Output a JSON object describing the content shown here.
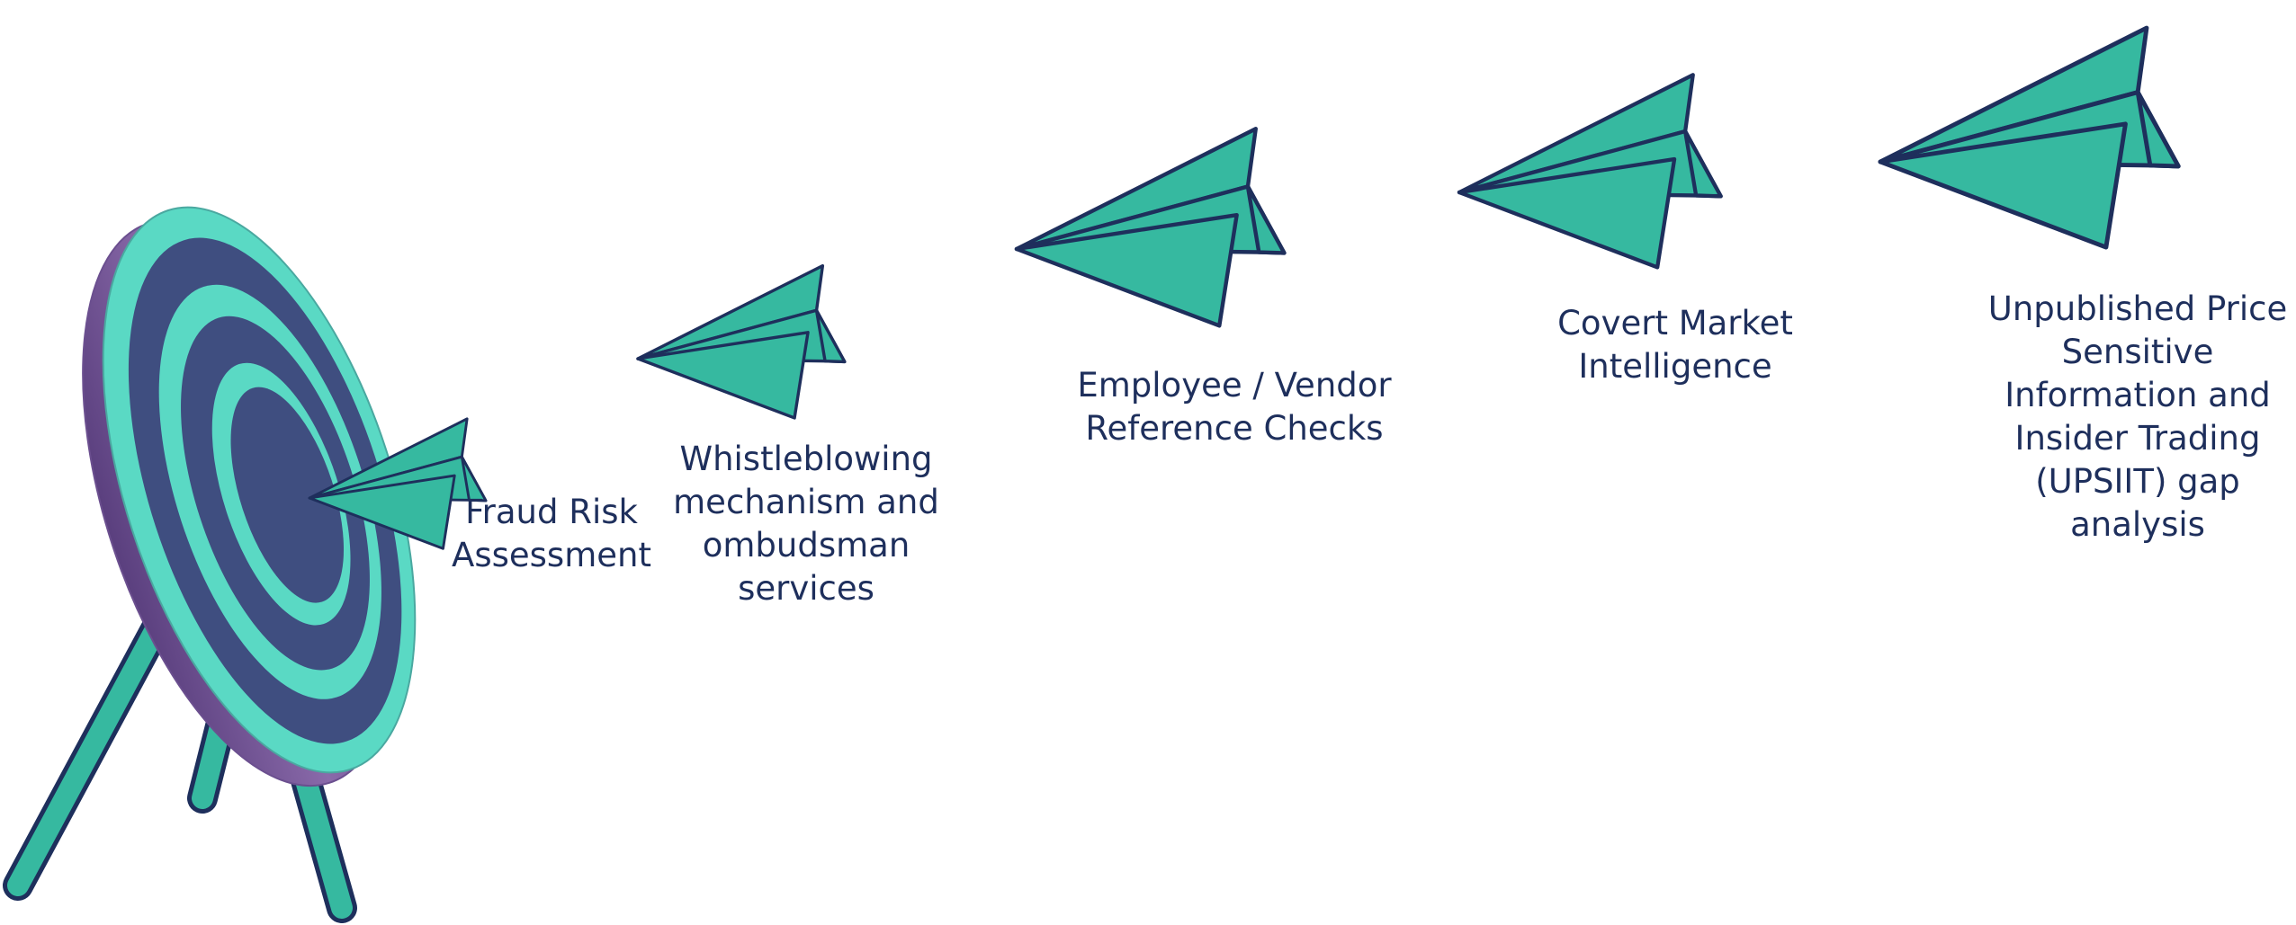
{
  "colors": {
    "text": "#1e2f5c",
    "outline": "#1e2f5c",
    "plane_fill": "#36b9a0",
    "target_teal": "#5ad9c4",
    "target_navy": "#3f4e80",
    "target_rim": "#6b4f8f",
    "stand": "#36b9a0",
    "background": "#ffffff"
  },
  "icons": {
    "target": "archery-target-icon",
    "plane": "paper-plane-icon"
  },
  "steps": [
    {
      "label": "Fraud Risk\nAssessment"
    },
    {
      "label": "Whistleblowing\nmechanism and\nombudsman\nservices"
    },
    {
      "label": "Employee / Vendor\nReference Checks"
    },
    {
      "label": "Covert Market\nIntelligence"
    },
    {
      "label": "Unpublished Price\nSensitive\nInformation and\nInsider Trading\n(UPSIIT) gap\nanalysis"
    }
  ]
}
